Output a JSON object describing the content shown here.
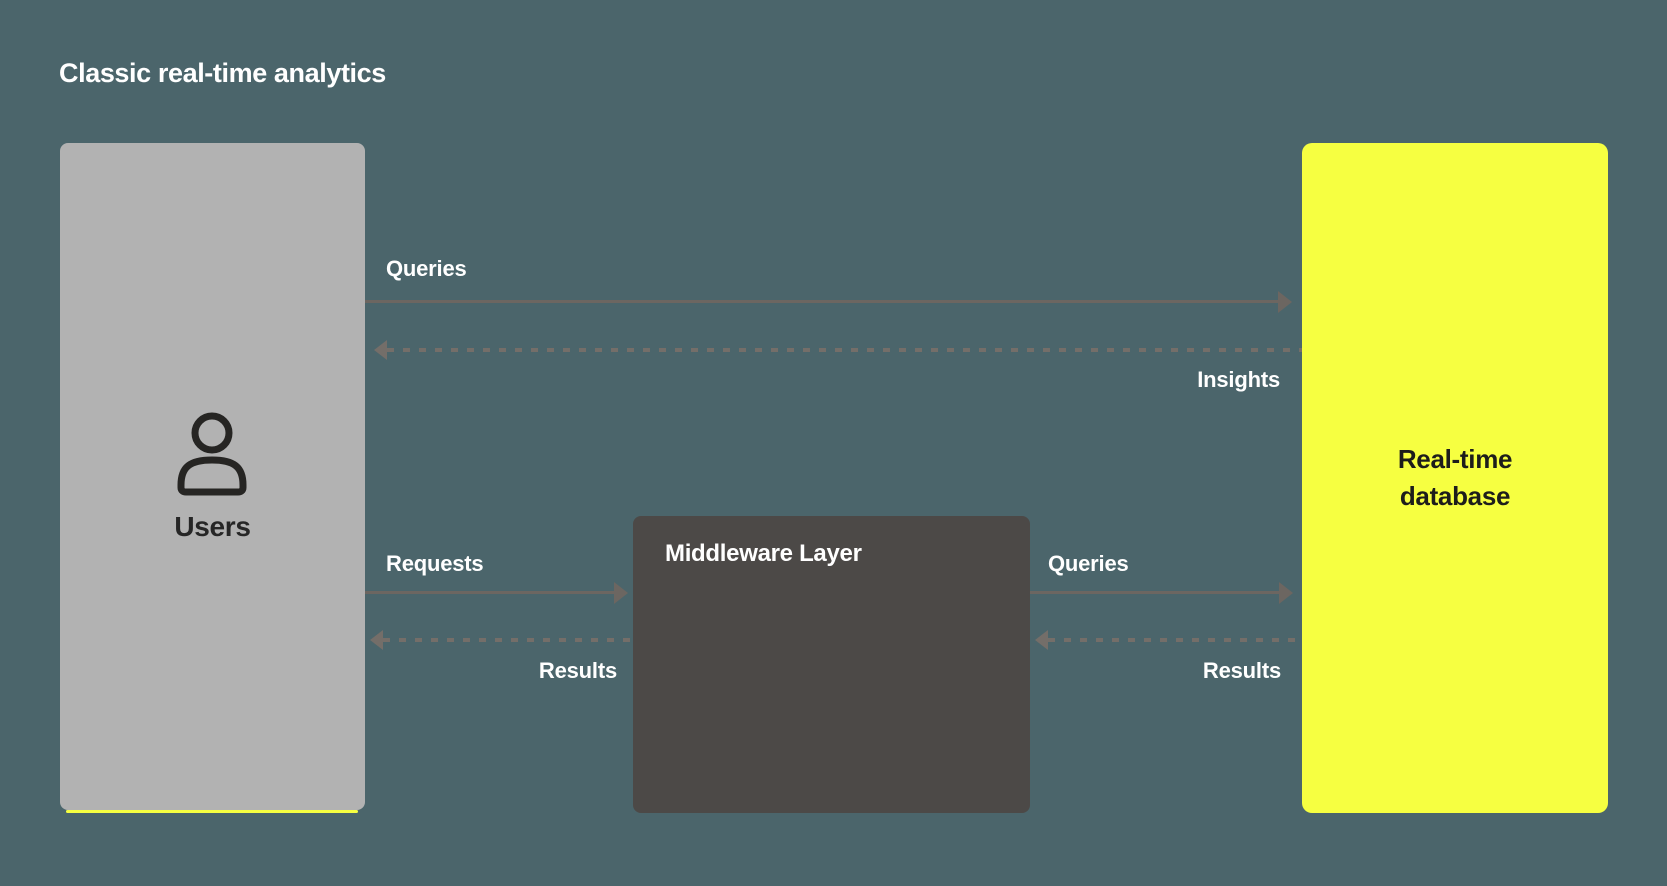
{
  "title": "Classic real-time analytics",
  "nodes": {
    "users": {
      "label": "Users",
      "icon": "user-icon"
    },
    "middleware": {
      "label": "Middleware Layer"
    },
    "database": {
      "label": "Real-time\ndatabase"
    }
  },
  "flows": {
    "users_db": {
      "query_label": "Queries",
      "return_label": "Insights"
    },
    "users_mw": {
      "query_label": "Requests",
      "return_label": "Results"
    },
    "mw_db": {
      "query_label": "Queries",
      "return_label": "Results"
    }
  },
  "colors": {
    "bg": "#4b656b",
    "box-gray": "#b2b2b2",
    "box-dark": "#4c4947",
    "accent-yellow": "#f6ff41",
    "arrow": "#6c6661",
    "arrow-dashed": "#746e69",
    "text-light": "#ffffff",
    "text-dark": "#262626"
  }
}
